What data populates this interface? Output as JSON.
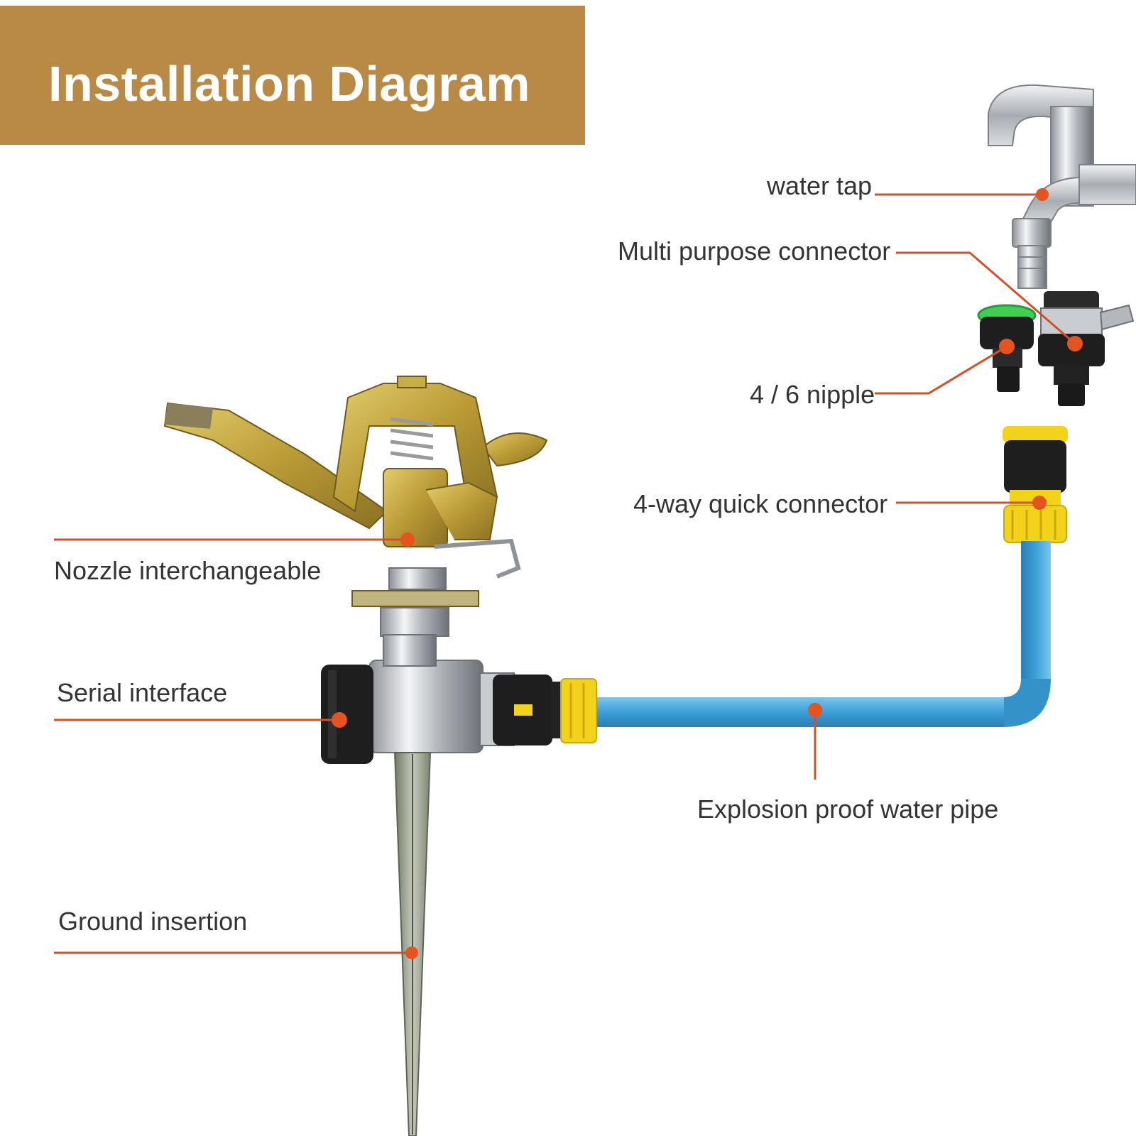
{
  "title": "Installation Diagram",
  "colors": {
    "banner": "#b88a45",
    "banner_text": "#ffffff",
    "leader_line": "#d2502a",
    "marker_dot": "#e5531f",
    "pipe": "#4aa8dc",
    "brass": "#c9ad45",
    "connector_yellow": "#f3d21a",
    "connector_black": "#1e1e1e",
    "chrome": "#c9ccd0",
    "green_ring": "#3fcf52"
  },
  "labels": {
    "water_tap": "water tap",
    "multi_purpose_connector": "Multi purpose connector",
    "nipple": "4 / 6 nipple",
    "quick_connector": "4-way quick connector",
    "nozzle": "Nozzle interchangeable",
    "serial_interface": "Serial interface",
    "water_pipe": "Explosion proof water pipe",
    "ground_insertion": "Ground insertion"
  },
  "icons": [
    "water-tap-icon",
    "multi-purpose-connector-icon",
    "nipple-icon",
    "quick-connector-icon",
    "sprinkler-head-icon",
    "spike-icon",
    "hose-icon"
  ]
}
